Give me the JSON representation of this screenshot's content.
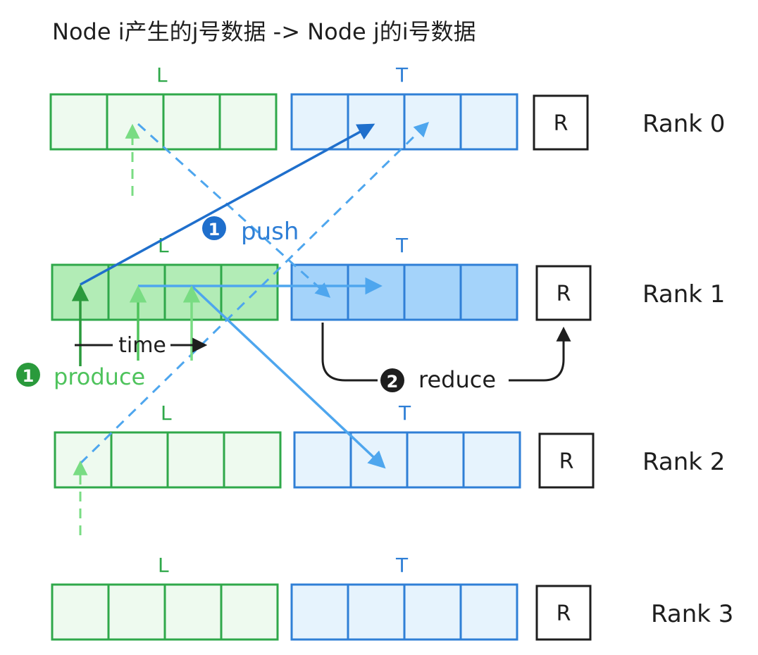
{
  "title": "Node i产生的j号数据 -> Node j的i号数据",
  "colors": {
    "green_stroke": "#2fa84a",
    "green_fill_light": "#eefaef",
    "green_fill_dark": "#b2ecb6",
    "green_arrow_dark": "#2a9a3c",
    "green_arrow_light": "#79dc83",
    "blue_stroke": "#2f7fd6",
    "blue_fill_light": "#e6f3fd",
    "blue_fill_dark": "#a4d3fa",
    "blue_arrow_dark": "#1f6fcc",
    "blue_arrow_light": "#4ea6ee",
    "black": "#1e1e1e"
  },
  "ranks": [
    {
      "label": "Rank 0",
      "l_label": "L",
      "t_label": "T",
      "r_label": "R"
    },
    {
      "label": "Rank 1",
      "l_label": "L",
      "t_label": "T",
      "r_label": "R"
    },
    {
      "label": "Rank 2",
      "l_label": "L",
      "t_label": "T",
      "r_label": "R"
    },
    {
      "label": "Rank 3",
      "l_label": "L",
      "t_label": "T",
      "r_label": "R"
    }
  ],
  "annotations": {
    "time": "time",
    "push_num": "1",
    "push": "push",
    "produce_num": "1",
    "produce": "produce",
    "reduce_num": "2",
    "reduce": "reduce"
  }
}
